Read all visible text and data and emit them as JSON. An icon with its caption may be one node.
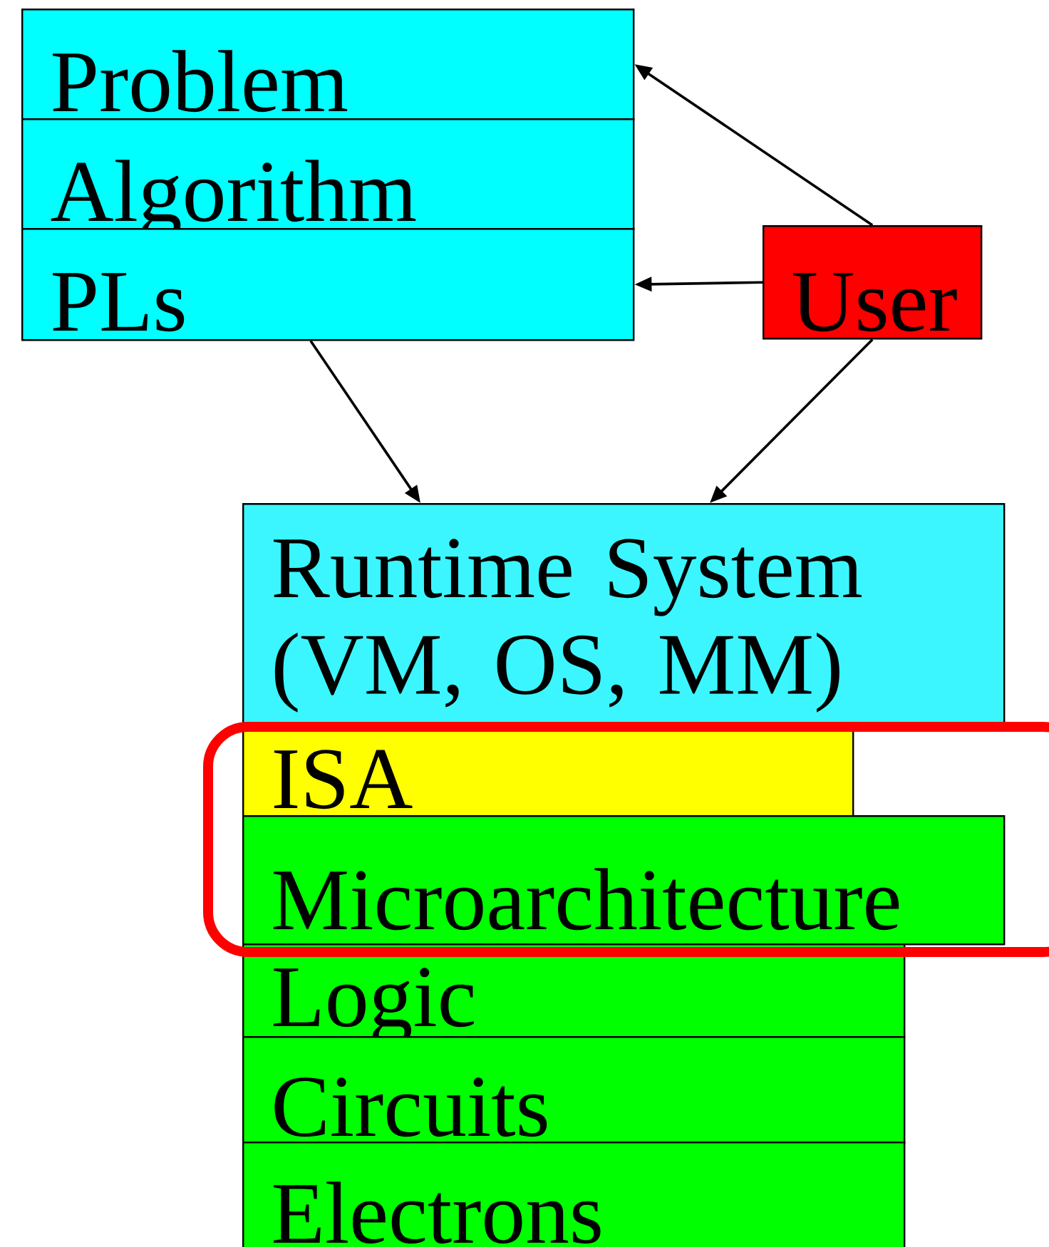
{
  "diagram": {
    "nodes": [
      {
        "text": [
          "Problem"
        ]
      },
      {
        "text": [
          "Algorithm"
        ]
      },
      {
        "text": [
          "PLs"
        ]
      },
      {
        "text": [
          "User"
        ]
      },
      {
        "text": [
          "Runtime System (VM, OS, MM)"
        ]
      },
      {
        "text": [
          "ISA"
        ]
      },
      {
        "text": [
          "Microarchitecture"
        ]
      },
      {
        "text": [
          "Logic"
        ]
      },
      {
        "text": [
          "Circuits"
        ]
      },
      {
        "text": [
          "Electrons"
        ]
      }
    ],
    "edges": [
      {
        "from": 3,
        "to": 0,
        "arrow": "to"
      },
      {
        "from": 3,
        "to": 2,
        "arrow": "to"
      },
      {
        "from": 2,
        "to": 4,
        "arrow": "to"
      },
      {
        "from": 3,
        "to": 4,
        "arrow": "to"
      }
    ]
  }
}
